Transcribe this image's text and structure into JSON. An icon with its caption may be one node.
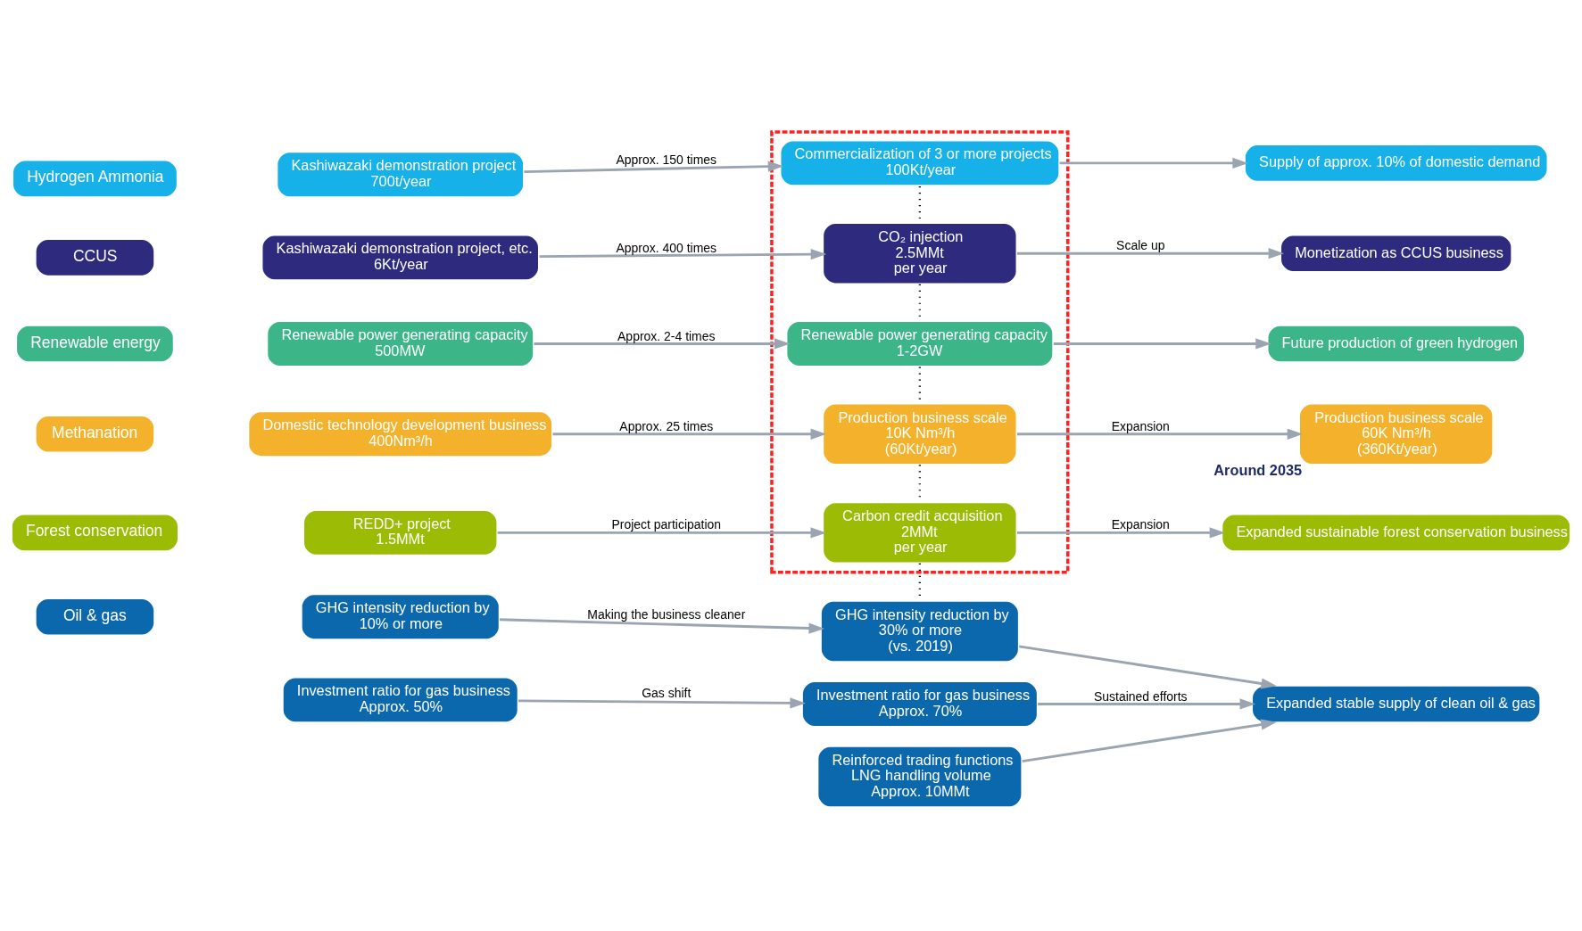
{
  "diagram": {
    "nodes": [
      {
        "text": [
          "Hydrogen Ammonia"
        ]
      },
      {
        "text": [
          "Kashiwazaki demonstration project",
          "700t/year"
        ]
      },
      {
        "text": [],
        "shape": "box"
      },
      {
        "text": [
          "Commercialization of 3 or more projects",
          "100Kt/year"
        ],
        "in": 2
      },
      {
        "text": [
          "Supply of approx. 10% of domestic demand"
        ]
      },
      {
        "text": [
          "CCUS"
        ]
      },
      {
        "text": [
          "Kashiwazaki demonstration project, etc.",
          "6Kt/year"
        ]
      },
      {
        "text": [
          "CO₂ injection",
          "2.5MMt",
          "per year"
        ],
        "in": 2
      },
      {
        "text": [
          "Monetization as CCUS business"
        ]
      },
      {
        "text": [
          "Renewable energy"
        ]
      },
      {
        "text": [
          "Renewable power generating capacity",
          "500MW"
        ]
      },
      {
        "text": [
          "Renewable power generating capacity",
          "1-2GW"
        ],
        "in": 2
      },
      {
        "text": [
          "Future production of green hydrogen"
        ]
      },
      {
        "text": [
          "Methanation"
        ]
      },
      {
        "text": [
          "Domestic technology development business",
          "400Nm³/h"
        ]
      },
      {
        "text": [
          "Production business scale",
          "10K Nm³/h",
          "(60Kt/year)"
        ],
        "in": 2
      },
      {
        "text": [
          "Production business scale",
          "60K Nm³/h",
          "(360Kt/year)"
        ],
        "beside": [
          "Around 2035"
        ]
      },
      {
        "text": [
          "Forest conservation"
        ]
      },
      {
        "text": [
          "REDD+ project",
          "1.5MMt"
        ]
      },
      {
        "text": [
          "Carbon credit acquisition",
          "2MMt",
          "per year"
        ],
        "in": 2
      },
      {
        "text": [
          "Expanded sustainable forest conservation business"
        ]
      },
      {
        "text": [
          "Oil & gas"
        ]
      },
      {
        "text": [
          "GHG intensity reduction by",
          "10% or more"
        ]
      },
      {
        "text": [
          "Investment ratio for gas business",
          "Approx. 50%"
        ]
      },
      {
        "text": [
          "GHG intensity reduction by",
          "30% or more",
          "(vs. 2019)"
        ]
      },
      {
        "text": [
          "Investment ratio for gas business",
          "Approx. 70%"
        ]
      },
      {
        "text": [
          "Reinforced trading functions",
          "LNG handling volume",
          "Approx. 10MMt"
        ]
      },
      {
        "text": [
          "Expanded stable supply of clean oil & gas"
        ]
      }
    ],
    "edges": [
      {
        "from": 1,
        "to": 3,
        "arrow": "to",
        "label": "Approx. 150 times"
      },
      {
        "from": 6,
        "to": 7,
        "arrow": "to",
        "label": "Approx. 400 times"
      },
      {
        "from": 10,
        "to": 11,
        "arrow": "to",
        "label": "Approx. 2-4 times"
      },
      {
        "from": 14,
        "to": 15,
        "arrow": "to",
        "label": "Approx. 25 times"
      },
      {
        "from": 18,
        "to": 19,
        "arrow": "to",
        "label": "Project participation"
      },
      {
        "from": 22,
        "to": 24,
        "arrow": "to",
        "label": "Making the business cleaner"
      },
      {
        "from": 23,
        "to": 25,
        "arrow": "to",
        "label": "Gas shift"
      },
      {
        "from": 3,
        "to": 4,
        "arrow": "to"
      },
      {
        "from": 7,
        "to": 8,
        "arrow": "to",
        "label": "Scale up"
      },
      {
        "from": 11,
        "to": 12,
        "arrow": "to"
      },
      {
        "from": 15,
        "to": 16,
        "arrow": "to",
        "label": "Expansion"
      },
      {
        "from": 19,
        "to": 20,
        "arrow": "to",
        "label": "Expansion"
      },
      {
        "from": 24,
        "to": 27,
        "arrow": "to"
      },
      {
        "from": 25,
        "to": 27,
        "arrow": "to",
        "label": "Sustained efforts"
      },
      {
        "from": 26,
        "to": 27,
        "arrow": "to"
      },
      {
        "from": 3,
        "to": 7,
        "arrow": "none",
        "style": "dashed",
        "color": "#000000"
      },
      {
        "from": 7,
        "to": 11,
        "arrow": "none",
        "style": "dashed",
        "color": "#000000"
      },
      {
        "from": 11,
        "to": 15,
        "arrow": "none",
        "style": "dashed",
        "color": "#000000"
      },
      {
        "from": 15,
        "to": 19,
        "arrow": "none",
        "style": "dashed",
        "color": "#000000"
      },
      {
        "from": 19,
        "to": 24,
        "arrow": "none",
        "style": "dashed",
        "color": "#000000"
      }
    ]
  }
}
